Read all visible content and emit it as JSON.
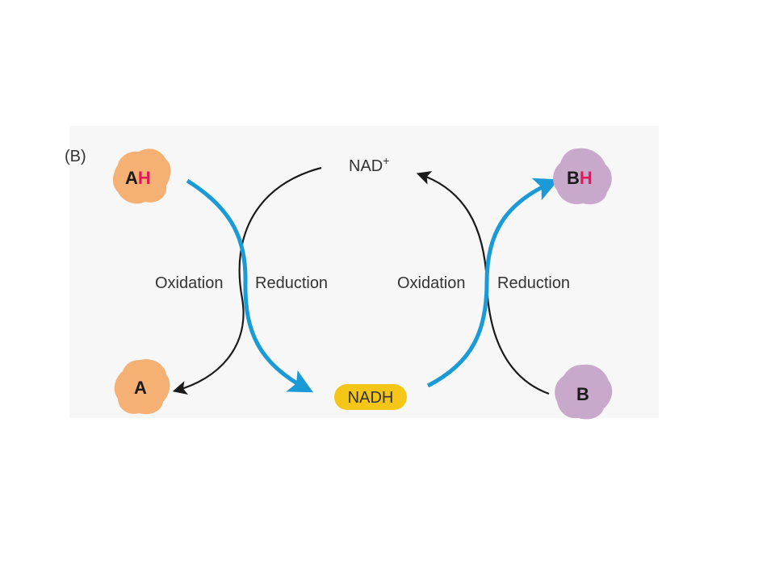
{
  "panel_label": "(B)",
  "labels": {
    "nad_plus": "NAD",
    "nad_plus_sup": "+",
    "nadh": "NADH",
    "oxidation_left": "Oxidation",
    "reduction_left": "Reduction",
    "oxidation_right": "Oxidation",
    "reduction_right": "Reduction"
  },
  "molecules": {
    "ah": {
      "main": "A",
      "h": "H"
    },
    "a": {
      "main": "A"
    },
    "bh": {
      "main": "B",
      "h": "H"
    },
    "b": {
      "main": "B"
    }
  },
  "colors": {
    "blue_arrow": "#1a9ad6",
    "black_arrow": "#1a1a1a",
    "orange_blob": "#f5b074",
    "purple_blob": "#c9a9cb",
    "nadh_pill": "#f5c518",
    "hydrogen_red": "#e0195a"
  }
}
